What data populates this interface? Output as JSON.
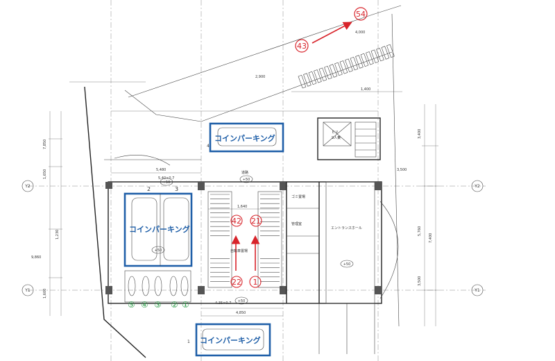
{
  "plan": {
    "coin_parking": {
      "top": "コインパーキング",
      "left": "コインパーキング",
      "bottom": "コインパーキング"
    },
    "circled_red": {
      "n54": "54",
      "n43": "43",
      "n42": "42",
      "n21": "21",
      "n22": "22",
      "n1": "1"
    },
    "circled_green": [
      "⑤",
      "④",
      "③",
      "②",
      "①"
    ],
    "space_labels": {
      "s2": "2",
      "s3": "3",
      "s4": "4",
      "s1": "1"
    },
    "dimensions": {
      "d5480": "5,480",
      "d1640": "1,640",
      "d4850": "4,850",
      "d1400": "1,400",
      "d5400_07": "5,40×0.7",
      "d435_07": "4.35×0.7",
      "d7400": "7,400",
      "d3400": "3,400",
      "d1650": "1,650",
      "d2900": "2,900",
      "d1600": "1,600",
      "d3500": "3,500",
      "d5760": "5,760",
      "d7850": "7,850",
      "d9860": "9,860",
      "d1230": "1,230",
      "d4000": "4,000"
    },
    "grid_labels": {
      "y2_left": "Y2",
      "y2_right": "Y2",
      "y1_left": "Y1",
      "y1_right": "Y1"
    },
    "elevations": {
      "e50a": "+50",
      "e50b": "+50",
      "e50c": "+50",
      "e50d": "+50",
      "e50e": "+50"
    },
    "room_labels": {
      "ev": "ＥＶ",
      "ev_sub": "9人乗",
      "gomi": "ゴミ置場",
      "kanri": "管理室",
      "entrance": "エントランスホール",
      "jitensha": "自転車置場",
      "douro": "道路"
    }
  }
}
